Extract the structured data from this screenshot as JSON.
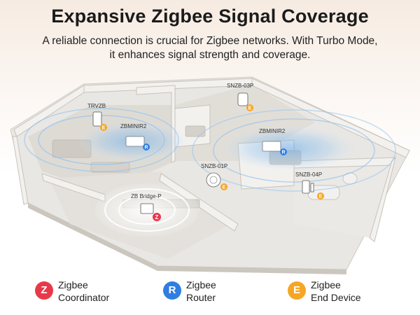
{
  "header": {
    "title": "Expansive Zigbee Signal Coverage",
    "subtitle_line1": "A reliable connection is crucial for Zigbee networks. With Turbo Mode,",
    "subtitle_line2": "it enhances signal strength and coverage."
  },
  "devices": {
    "trvzb": "TRVZB",
    "zbminir2_left": "ZBMINIR2",
    "snzb_03p": "SNZB-03P",
    "zbminir2_right": "ZBMINIR2",
    "snzb_01p": "SNZB-01P",
    "snzb_04p": "SNZB-04P",
    "zb_bridge": "ZB Bridge-P"
  },
  "badges": {
    "coordinator_letter": "Z",
    "router_letter": "R",
    "end_device_letter": "E"
  },
  "legend": [
    {
      "line1": "Zigbee",
      "line2": "Coordinator",
      "color": "#e8394b"
    },
    {
      "line1": "Zigbee",
      "line2": "Router",
      "color": "#2f7ee0"
    },
    {
      "line1": "Zigbee",
      "line2": "End Device",
      "color": "#f5a623"
    }
  ],
  "colors": {
    "coordinator": "#e8394b",
    "router": "#2f7ee0",
    "end_device": "#f5a623"
  }
}
